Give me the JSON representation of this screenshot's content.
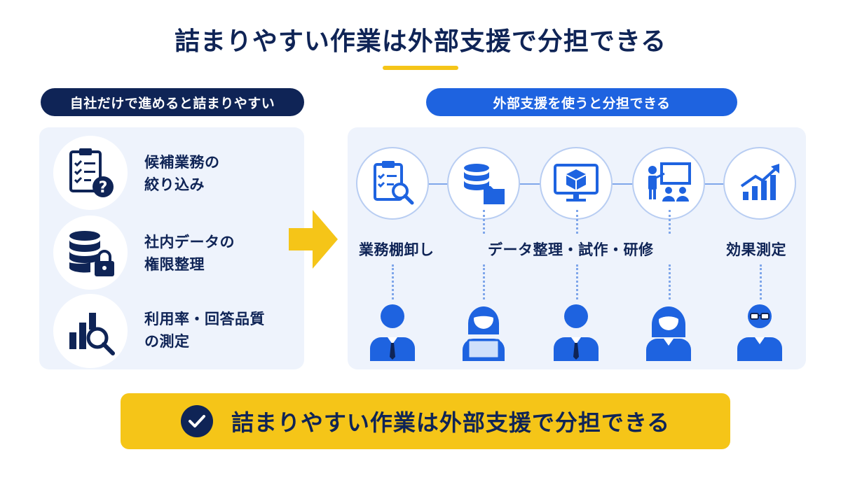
{
  "title": "詰まりやすい作業は外部支援で分担できる",
  "left": {
    "header": "自社だけで進めると詰まりやすい",
    "items": [
      {
        "icon": "clipboard-question-icon",
        "line1": "候補業務の",
        "line2": "絞り込み"
      },
      {
        "icon": "database-lock-icon",
        "line1": "社内データの",
        "line2": "権限整理"
      },
      {
        "icon": "bar-chart-search-icon",
        "line1": "利用率・回答品質",
        "line2": "の測定"
      }
    ]
  },
  "right": {
    "header": "外部支援を使うと分担できる",
    "steps": [
      {
        "icon": "clipboard-search-icon"
      },
      {
        "icon": "database-folder-icon"
      },
      {
        "icon": "monitor-cube-icon"
      },
      {
        "icon": "presentation-icon"
      },
      {
        "icon": "growth-chart-icon"
      }
    ],
    "labels": [
      "業務棚卸し",
      "データ整理・試作・研修",
      "効果測定"
    ],
    "people": [
      "man-icon",
      "woman-laptop-icon",
      "man-icon",
      "woman-icon",
      "man-glasses-icon"
    ]
  },
  "banner": {
    "icon": "check-icon",
    "text": "詰まりやすい作業は外部支援で分担できる"
  },
  "colors": {
    "navy": "#0f2456",
    "blue": "#1e63e0",
    "yellow": "#f5c518",
    "panel": "#eef3fc"
  }
}
